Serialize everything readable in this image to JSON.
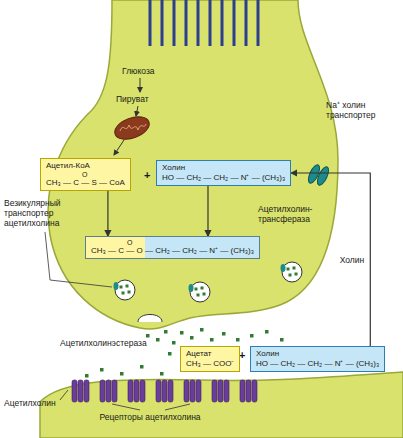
{
  "diagram": {
    "nodes": [
      {
        "text": [
          "Ацетил-КоА",
          "O",
          "CH₃ — C — S — CoA"
        ]
      },
      {
        "text": [
          "Холин",
          "HO — CH₂ — CH₂ — N⁺ — (CH₃)₃"
        ]
      },
      {
        "text": [
          "O",
          "CH₃ — C — O — CH₂ — CH₂ — N⁺ — (CH₃)₃"
        ]
      },
      {
        "text": [
          "Ацетат",
          "CH₃ — COO⁻"
        ]
      },
      {
        "text": [
          "Холин",
          "HO — CH₂ — CH₂ — N⁺ — (CH₃)₃"
        ]
      }
    ],
    "edges": [
      {
        "from": 0,
        "to": 2,
        "arrow": "to"
      },
      {
        "from": 1,
        "to": 2,
        "arrow": "to"
      },
      {
        "from": 4,
        "to": 1,
        "label": "Холин",
        "arrow": "to"
      }
    ],
    "labels": [
      "Глюкоза",
      "Пируват",
      "Na⁺ холин транспортер",
      "Везикулярный транспортер ацетилхолина",
      "+",
      "Ацетилхолин-трансфераза",
      "Ацетилхолинэстераза",
      "+",
      "Ацетилхолин",
      "Рецепторы ацетилхолина"
    ]
  }
}
